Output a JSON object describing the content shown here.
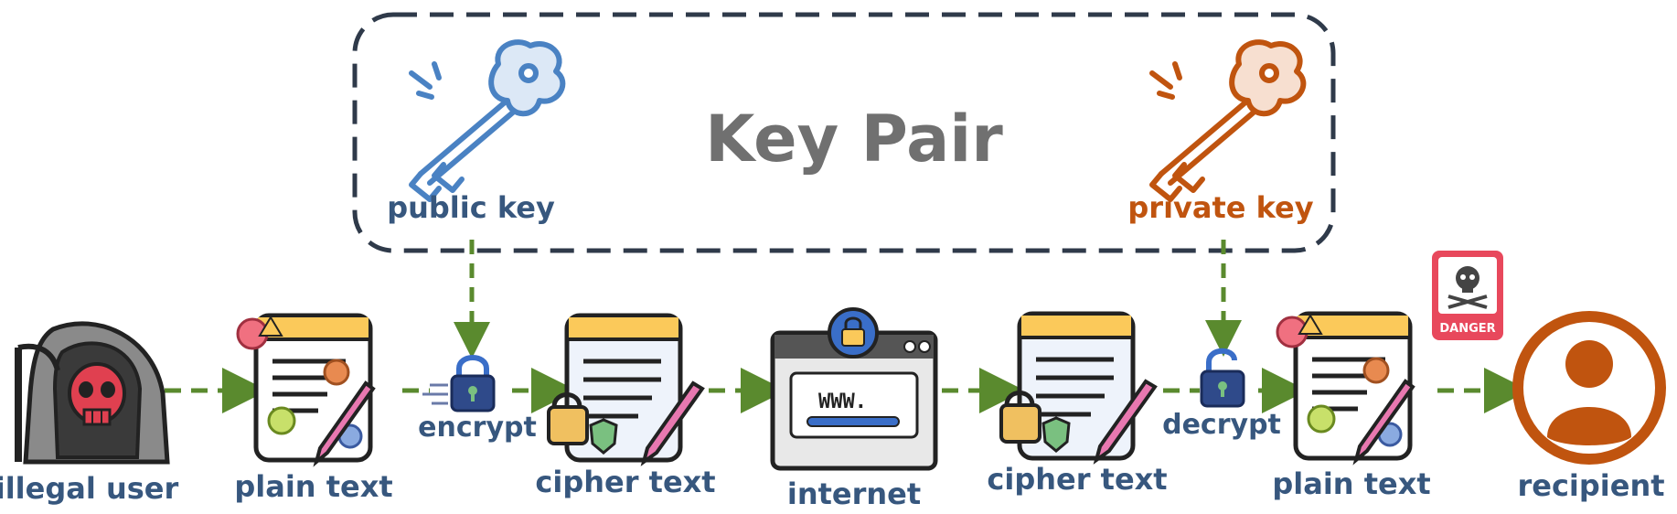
{
  "title": "Key Pair",
  "keys": {
    "public_label": "public key",
    "private_label": "private key"
  },
  "steps": {
    "encrypt_label": "encrypt",
    "decrypt_label": "decrypt"
  },
  "nodes": {
    "illegal_user": "illegal user",
    "plain_text_1": "plain text",
    "cipher_text_1": "cipher text",
    "internet": "internet",
    "cipher_text_2": "cipher text",
    "plain_text_2": "plain text",
    "recipient": "recipient"
  },
  "url_glyph": "WWW.",
  "danger_sign": "DANGER",
  "colors": {
    "frame_dash": "#2f3a4a",
    "title_gray": "#707070",
    "label_blue": "#37577e",
    "private_orange": "#c0540f",
    "public_blue": "#4a82c3",
    "arrow_green": "#5a8a2e",
    "danger_red": "#e8485c"
  }
}
